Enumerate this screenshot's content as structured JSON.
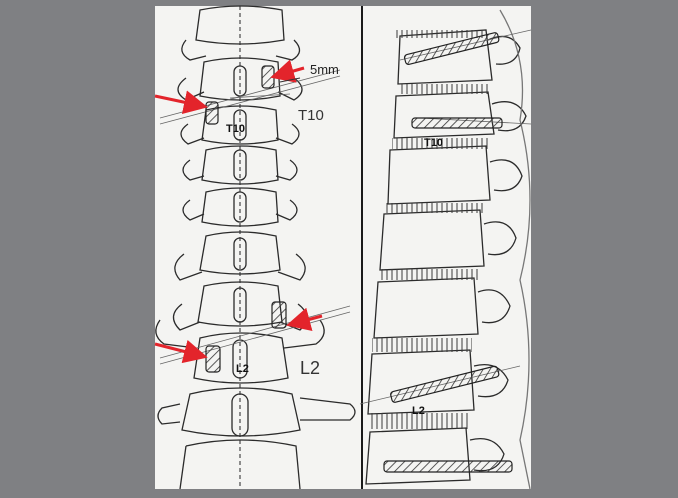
{
  "figure": {
    "frame_color": "#7f8083",
    "paper_color": "#f4f4f2",
    "ink_color": "#2b2b2b",
    "arrow_color": "#e3242b",
    "left_panel": {
      "measure_label": "5mm",
      "upper_level_bold": "T10",
      "upper_level_handwritten": "T10",
      "lower_level_bold": "L2",
      "lower_level_handwritten": "L2"
    },
    "right_panel": {
      "upper_level_bold": "T10",
      "lower_level_bold": "L2"
    }
  }
}
